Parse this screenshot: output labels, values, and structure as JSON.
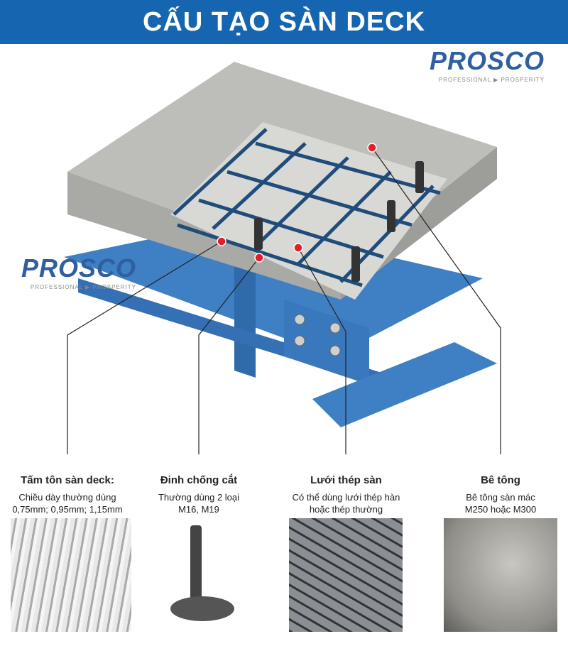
{
  "header": {
    "title": "CẤU TẠO SÀN DECK"
  },
  "logo": {
    "name": "PROSCO",
    "tagline": "PROFESSIONAL ▶ PROSPERITY"
  },
  "components": [
    {
      "title": "Tấm tôn sàn deck:",
      "line1": "Chiều dày thường dùng",
      "line2": "0,75mm; 0,95mm; 1,15mm"
    },
    {
      "title": "Đinh chống cắt",
      "line1": "Thường dùng 2 loại",
      "line2": "M16, M19"
    },
    {
      "title": "Lưới thép sàn",
      "line1": "Có thể dùng lưới thép hàn",
      "line2": "hoặc thép thường"
    },
    {
      "title": "Bê tông",
      "line1": "Bê tông sàn mác",
      "line2": "M250 hoặc M300"
    }
  ],
  "colors": {
    "header": "#1565b0",
    "steel": "#3f7fc4",
    "concrete": "#b9b9b6",
    "marker": "#e0202a"
  }
}
